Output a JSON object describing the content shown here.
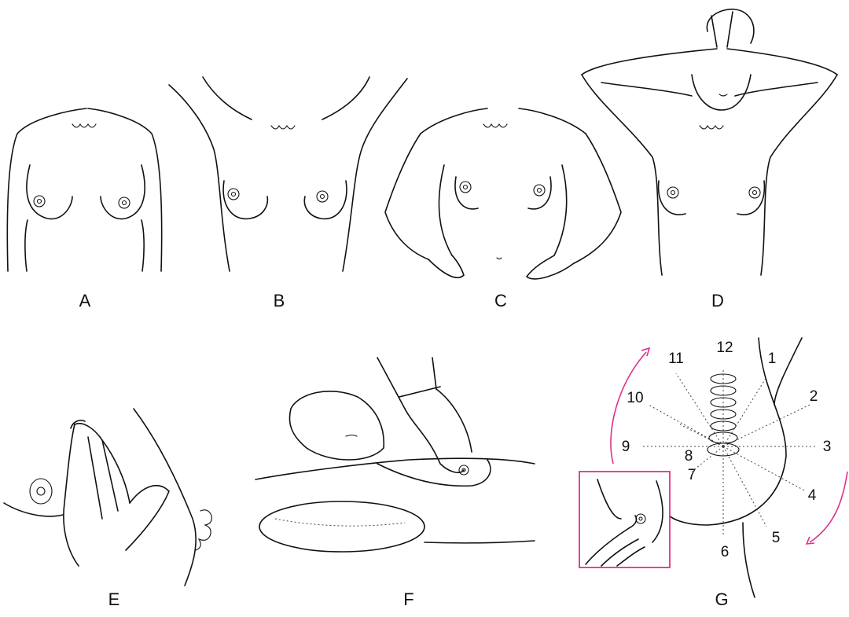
{
  "panels": [
    {
      "id": "A",
      "label": "A"
    },
    {
      "id": "B",
      "label": "B"
    },
    {
      "id": "C",
      "label": "C"
    },
    {
      "id": "D",
      "label": "D"
    },
    {
      "id": "E",
      "label": "E"
    },
    {
      "id": "F",
      "label": "F"
    },
    {
      "id": "G",
      "label": "G"
    }
  ],
  "clock_positions": [
    "12",
    "1",
    "2",
    "3",
    "4",
    "5",
    "6",
    "7",
    "8",
    "9",
    "10",
    "11"
  ],
  "colors": {
    "line": "#111111",
    "accent": "#e0308a",
    "inset_border": "#e0308a"
  }
}
